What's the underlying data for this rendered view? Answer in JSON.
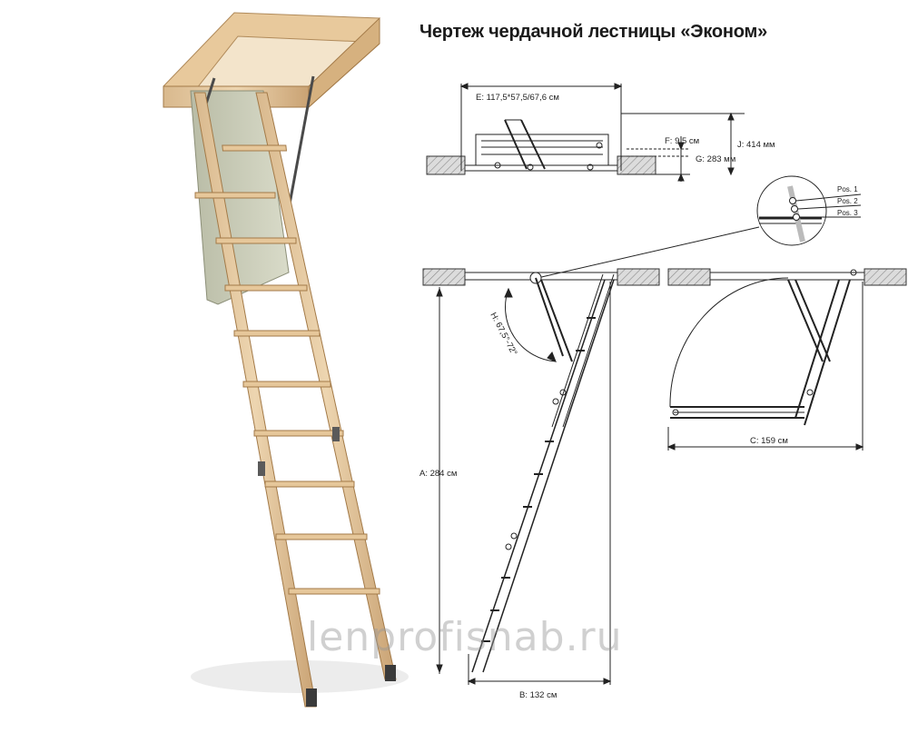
{
  "title": "Чертеж чердачной лестницы «Эконом»",
  "watermark": "lenprofisnab.ru",
  "dimensions": {
    "e": "E: 117,5*57,5/67,6 см",
    "f": "F: 9,5 см",
    "g": "G: 283 мм",
    "j": "J: 414 мм",
    "h": "H: 67,5°-72°",
    "a": "A: 284 см",
    "b": "B: 132 см",
    "c": "C: 159 см"
  },
  "positions": [
    "Pos. 1",
    "Pos. 2",
    "Pos. 3"
  ]
}
